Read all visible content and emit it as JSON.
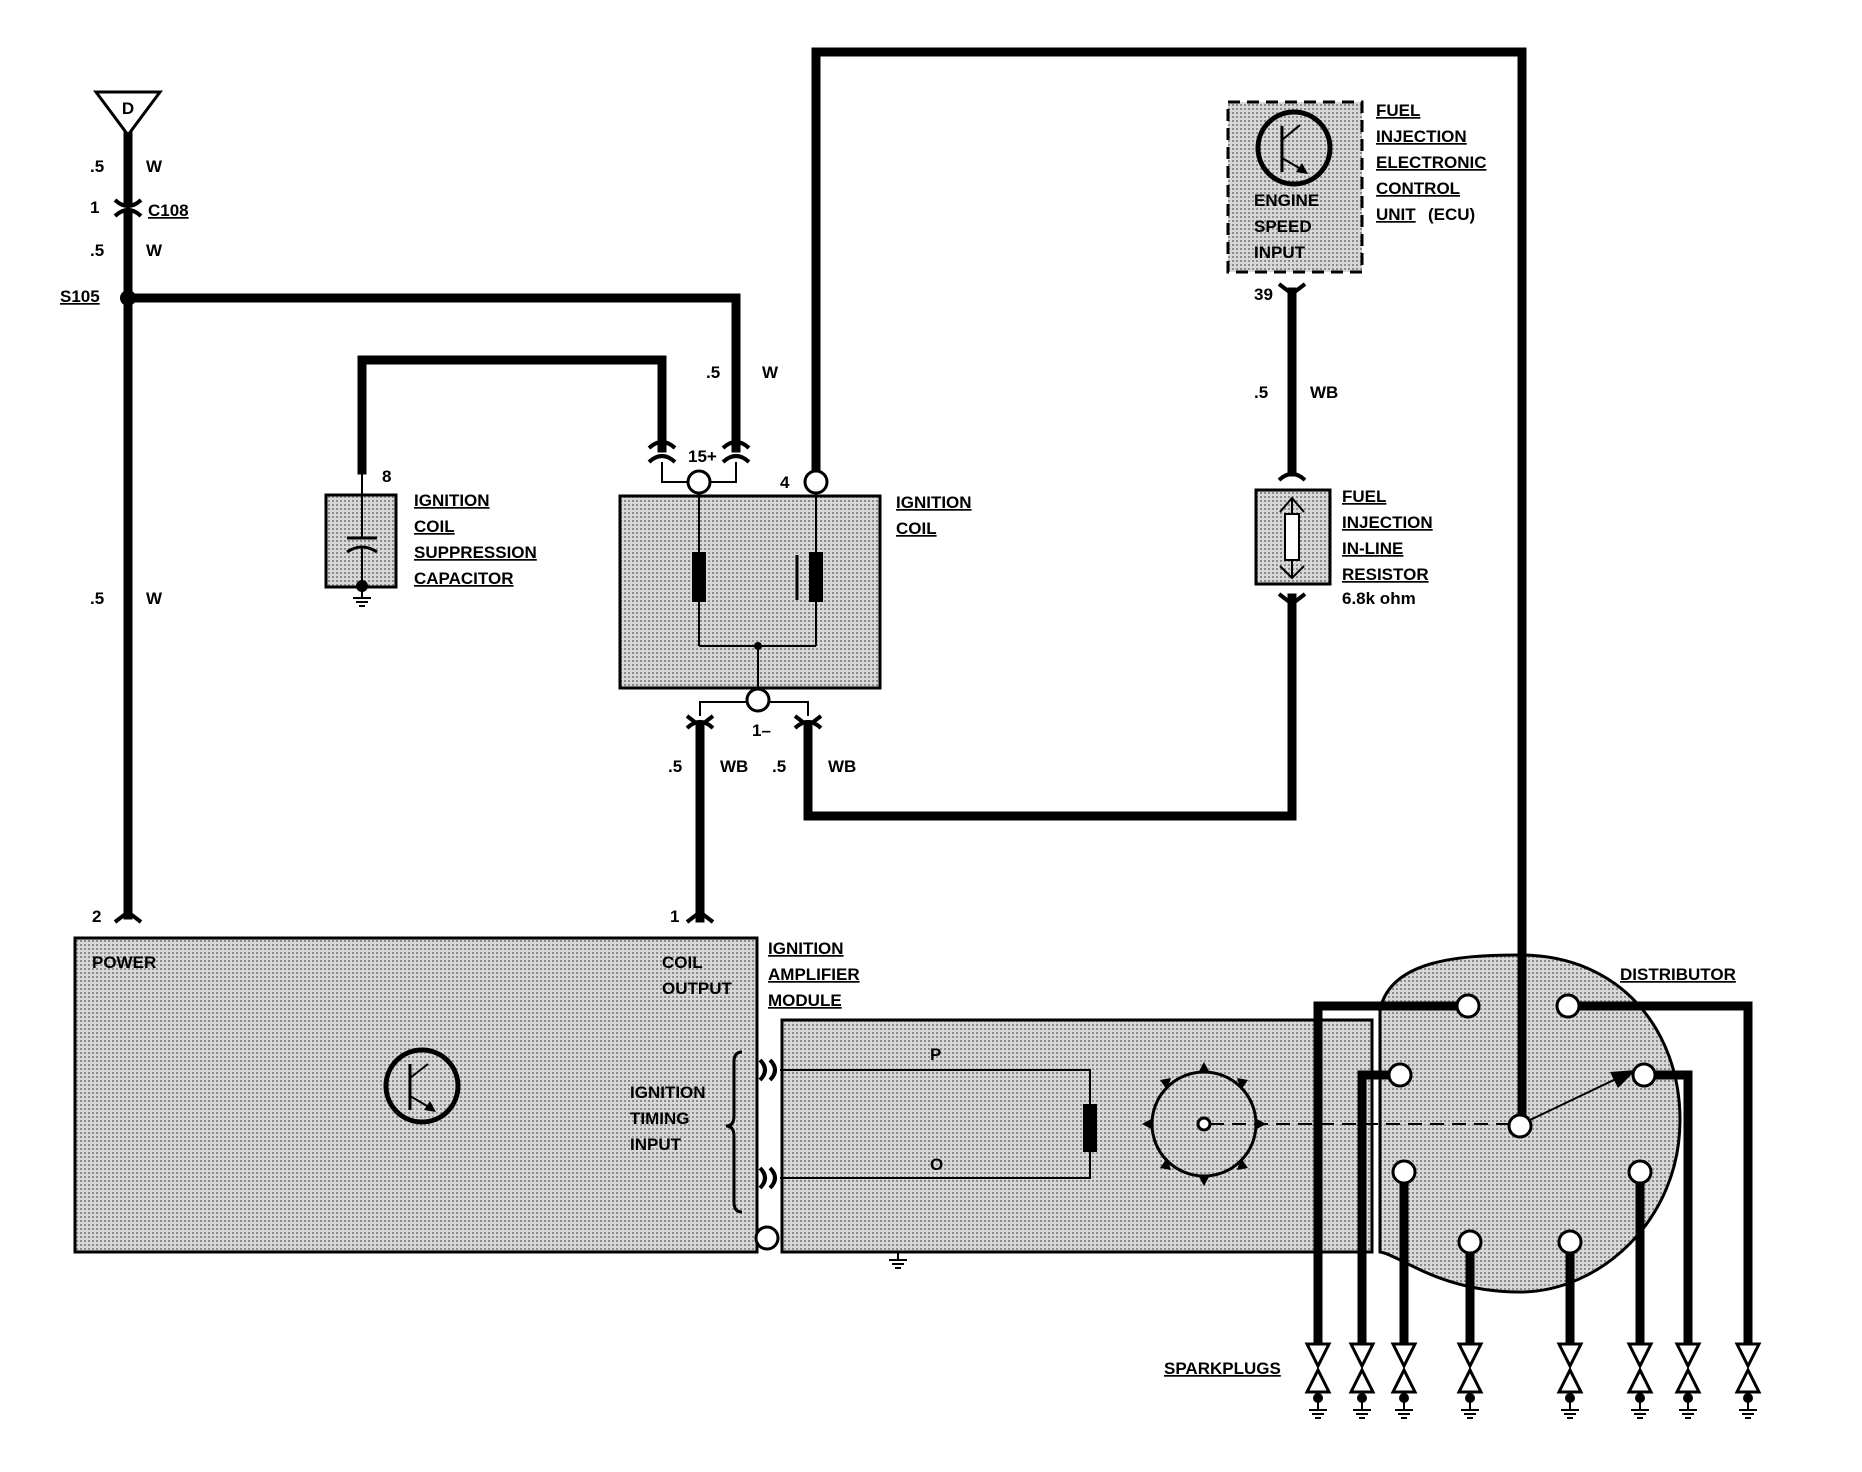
{
  "labels": {
    "ground_d": "D",
    "gauge_05": ".5",
    "color_w": "W",
    "color_wb": "WB",
    "pin_1": "1",
    "pin_2": "2",
    "pin_4": "4",
    "pin_8": "8",
    "pin_39": "39",
    "pin_15plus": "15+",
    "pin_1minus": "1–",
    "c108": "C108",
    "s105": "S105",
    "p_label": "P",
    "o_label": "O"
  },
  "components": {
    "suppression_capacitor": [
      "IGNITION",
      "COIL",
      "SUPPRESSION",
      "CAPACITOR"
    ],
    "ignition_coil": [
      "IGNITION",
      "COIL"
    ],
    "ecu": [
      "FUEL",
      "INJECTION",
      "ELECTRONIC",
      "CONTROL",
      "UNIT",
      "(ECU)"
    ],
    "ecu_inner": [
      "ENGINE",
      "SPEED",
      "INPUT"
    ],
    "inline_resistor": [
      "FUEL",
      "INJECTION",
      "IN-LINE",
      "RESISTOR"
    ],
    "resistor_value": "6.8k ohm",
    "amplifier_module": [
      "IGNITION",
      "AMPLIFIER",
      "MODULE"
    ],
    "power": "POWER",
    "coil_output": [
      "COIL",
      "OUTPUT"
    ],
    "timing_input": [
      "IGNITION",
      "TIMING",
      "INPUT"
    ],
    "distributor": "DISTRIBUTOR",
    "sparkplugs": "SPARKPLUGS"
  },
  "colors": {
    "wire": "#000000",
    "fill_pattern": "#8c8c8c",
    "background": "#ffffff"
  }
}
